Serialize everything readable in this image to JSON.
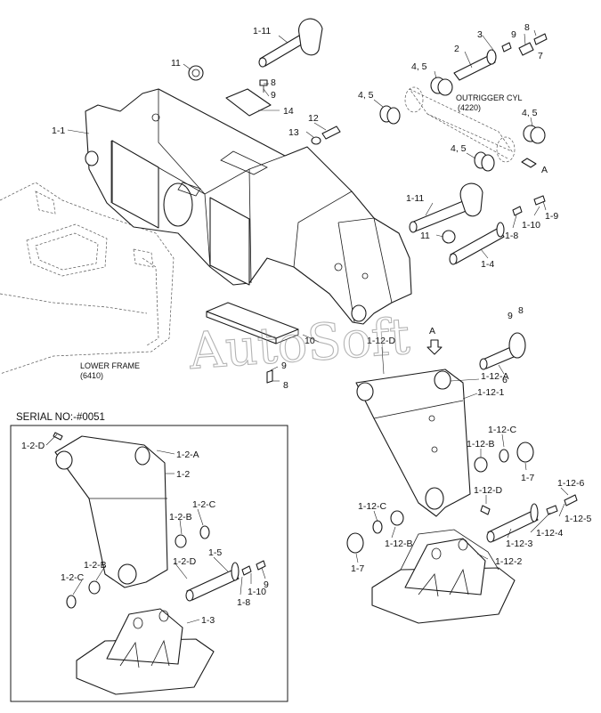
{
  "diagram": {
    "watermark": "AutoSoft",
    "serial_label": "SERIAL NO:-#0051",
    "notes": {
      "outrigger": [
        "OUTRIGGER CYL",
        "(4220)"
      ],
      "lower_frame": [
        "LOWER FRAME",
        "(6410)"
      ]
    },
    "view_markers": [
      "A",
      "A"
    ],
    "callouts": [
      {
        "id": "c-1-11-top",
        "text": "1-11"
      },
      {
        "id": "c-11-top",
        "text": "11"
      },
      {
        "id": "c-8-top",
        "text": "8"
      },
      {
        "id": "c-9-top",
        "text": "9"
      },
      {
        "id": "c-14",
        "text": "14"
      },
      {
        "id": "c-1-1",
        "text": "1-1"
      },
      {
        "id": "c-12",
        "text": "12"
      },
      {
        "id": "c-13",
        "text": "13"
      },
      {
        "id": "c-3",
        "text": "3"
      },
      {
        "id": "c-8-r",
        "text": "8"
      },
      {
        "id": "c-2",
        "text": "2"
      },
      {
        "id": "c-9-r",
        "text": "9"
      },
      {
        "id": "c-7-r",
        "text": "7"
      },
      {
        "id": "c-45-a",
        "text": "4, 5"
      },
      {
        "id": "c-45-b",
        "text": "4, 5"
      },
      {
        "id": "c-45-c",
        "text": "4, 5"
      },
      {
        "id": "c-45-d",
        "text": "4, 5"
      },
      {
        "id": "c-1-11-mid",
        "text": "1-11"
      },
      {
        "id": "c-11-mid",
        "text": "11"
      },
      {
        "id": "c-1-8",
        "text": "1-8"
      },
      {
        "id": "c-1-10",
        "text": "1-10"
      },
      {
        "id": "c-1-9",
        "text": "1-9"
      },
      {
        "id": "c-1-4",
        "text": "1-4"
      },
      {
        "id": "c-9-lr",
        "text": "9"
      },
      {
        "id": "c-8-lr",
        "text": "8"
      },
      {
        "id": "c-10",
        "text": "10"
      },
      {
        "id": "c-1-12-D-top",
        "text": "1-12-D"
      },
      {
        "id": "c-6",
        "text": "6"
      },
      {
        "id": "c-9-mid",
        "text": "9"
      },
      {
        "id": "c-8-mid",
        "text": "8"
      },
      {
        "id": "c-1-12-A",
        "text": "1-12-A"
      },
      {
        "id": "c-1-12-1",
        "text": "1-12-1"
      },
      {
        "id": "c-1-12-C-r",
        "text": "1-12-C"
      },
      {
        "id": "c-1-12-B-r",
        "text": "1-12-B"
      },
      {
        "id": "c-1-7-r",
        "text": "1-7"
      },
      {
        "id": "c-1-12-D-mid",
        "text": "1-12-D"
      },
      {
        "id": "c-1-12-6",
        "text": "1-12-6"
      },
      {
        "id": "c-1-12-5",
        "text": "1-12-5"
      },
      {
        "id": "c-1-12-C-l",
        "text": "1-12-C"
      },
      {
        "id": "c-1-12-B-l",
        "text": "1-12-B"
      },
      {
        "id": "c-1-12-3",
        "text": "1-12-3"
      },
      {
        "id": "c-1-12-4",
        "text": "1-12-4"
      },
      {
        "id": "c-1-12-2",
        "text": "1-12-2"
      },
      {
        "id": "c-1-7-l",
        "text": "1-7"
      },
      {
        "id": "c-1-2-D-a",
        "text": "1-2-D"
      },
      {
        "id": "c-1-2-A",
        "text": "1-2-A"
      },
      {
        "id": "c-1-2",
        "text": "1-2"
      },
      {
        "id": "c-1-2-C-a",
        "text": "1-2-C"
      },
      {
        "id": "c-1-2-B-a",
        "text": "1-2-B"
      },
      {
        "id": "c-1-5",
        "text": "1-5"
      },
      {
        "id": "c-1-2-D-b",
        "text": "1-2-D"
      },
      {
        "id": "c-1-2-B-b",
        "text": "1-2-B"
      },
      {
        "id": "c-1-2-C-b",
        "text": "1-2-C"
      },
      {
        "id": "c-9-box",
        "text": "9"
      },
      {
        "id": "c-1-10-box",
        "text": "1-10"
      },
      {
        "id": "c-1-8-box",
        "text": "1-8"
      },
      {
        "id": "c-1-3",
        "text": "1-3"
      }
    ]
  }
}
